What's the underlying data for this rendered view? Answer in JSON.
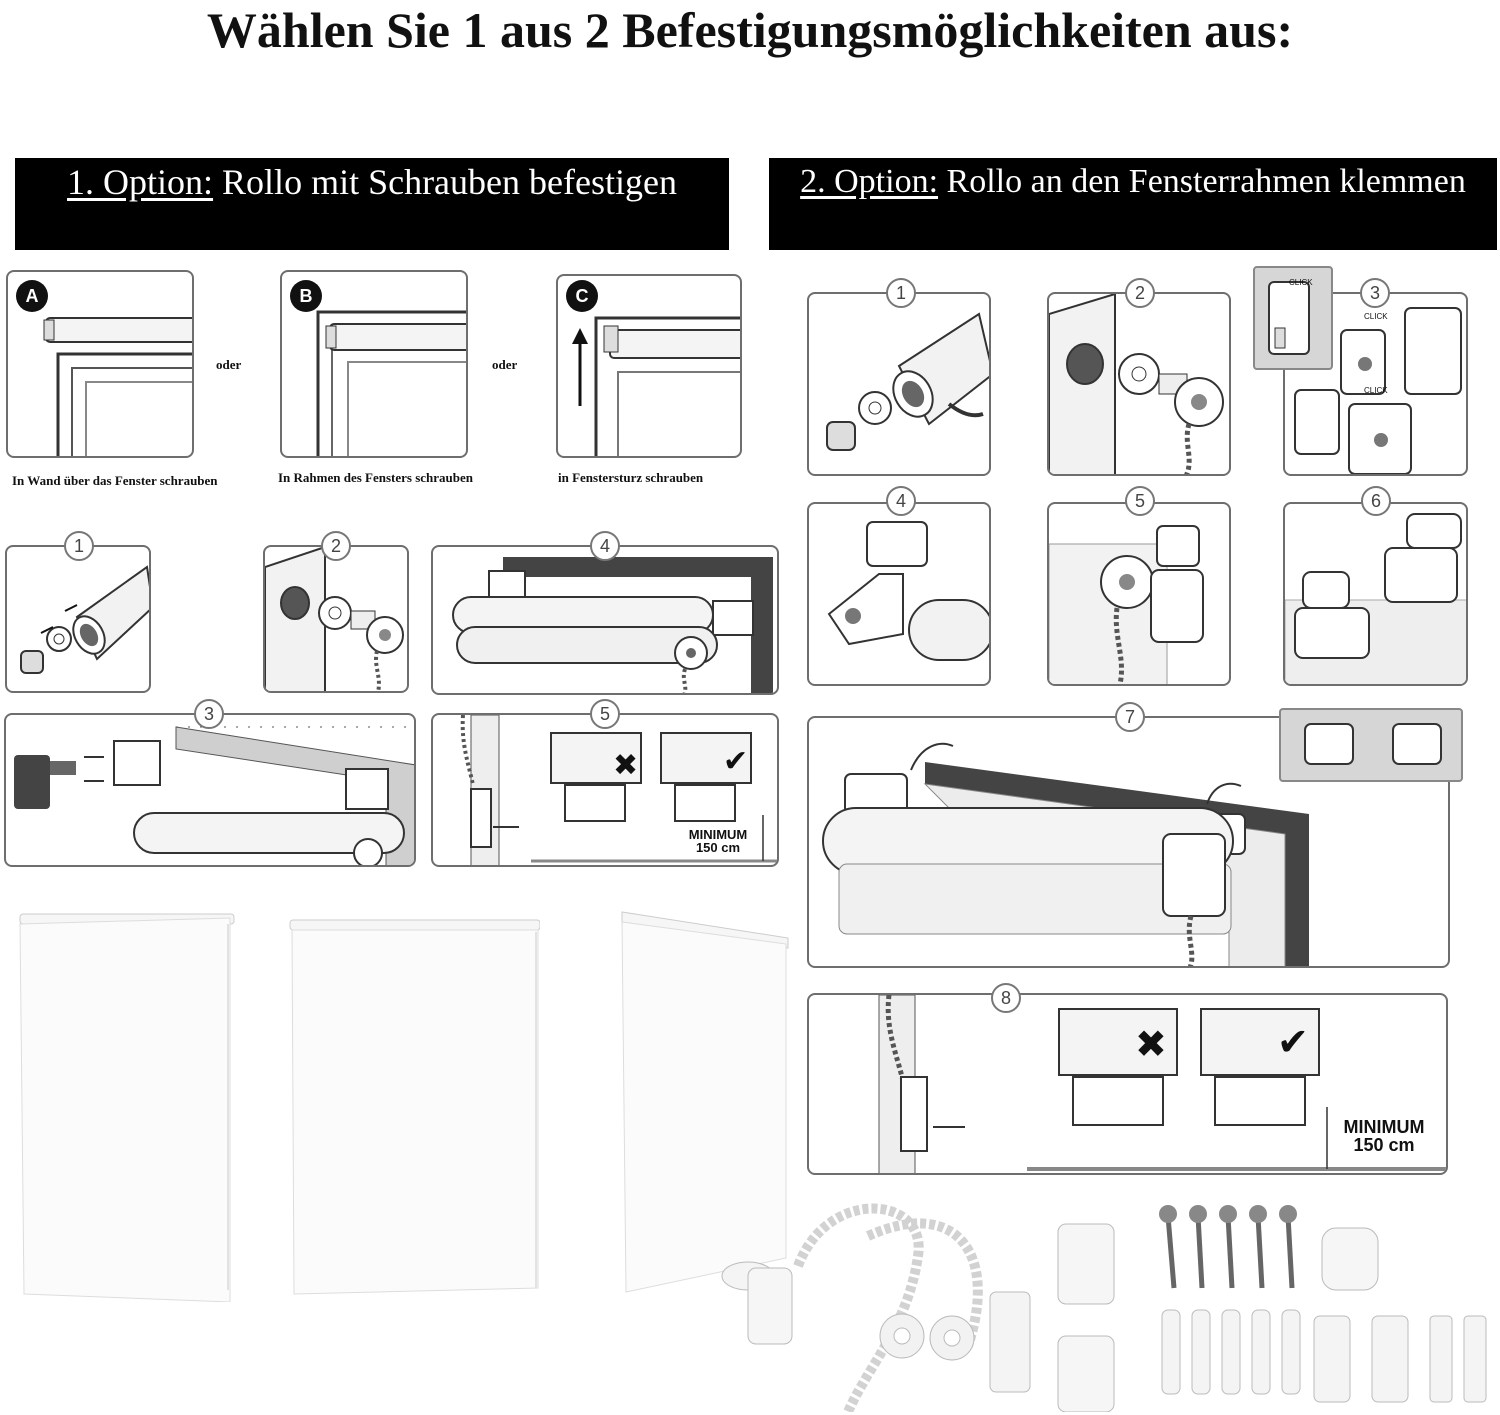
{
  "title": "Wählen Sie 1 aus 2 Befestigungsmöglichkeiten aus:",
  "option1": {
    "prefix": "1. Option:",
    "text": " Rollo mit Schrauben befestigen",
    "variants": [
      {
        "letter": "A",
        "caption": "In Wand über das Fenster schrauben"
      },
      {
        "letter": "B",
        "caption": "In Rahmen des Fensters schrauben"
      },
      {
        "letter": "C",
        "caption": "in Fenstersturz schrauben"
      }
    ],
    "separator": "oder",
    "steps": [
      "1",
      "2",
      "3",
      "4",
      "5"
    ],
    "minimum_label": "MINIMUM",
    "minimum_value": "150 cm"
  },
  "option2": {
    "prefix": "2. Option:",
    "text": " Rollo an den Fensterrahmen klemmen",
    "steps": [
      "1",
      "2",
      "3",
      "4",
      "5",
      "6",
      "7",
      "8"
    ],
    "click_label": "CLICK",
    "minimum_label": "MINIMUM",
    "minimum_value": "150 cm"
  }
}
